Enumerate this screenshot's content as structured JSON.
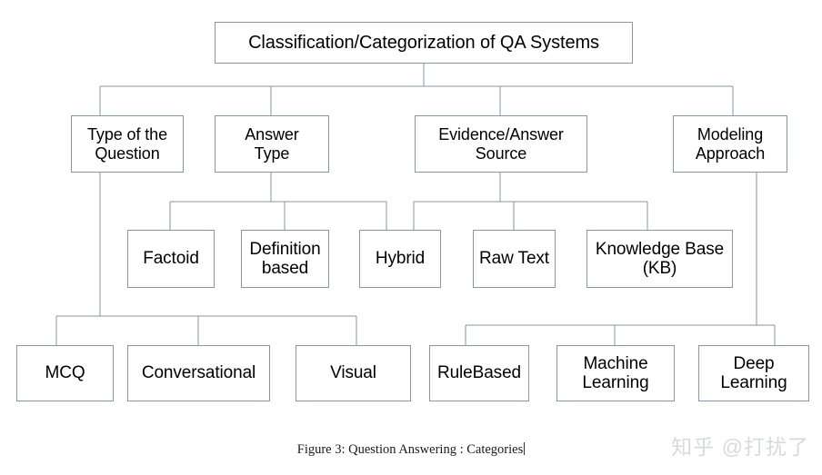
{
  "figure": {
    "caption": "Figure 3: Question Answering : Categories",
    "watermark": "知乎 @打扰了",
    "line_color": "#8596a8",
    "box_border_color": "#8596a8",
    "background_color": "#ffffff",
    "text_color": "#000000"
  },
  "diagram": {
    "type": "hierarchy-tree",
    "root": {
      "id": "root",
      "label": "Classification/Categorization of QA Systems"
    },
    "level2": [
      {
        "id": "type-of-question",
        "label": "Type of the\nQuestion"
      },
      {
        "id": "answer-type",
        "label": "Answer\nType"
      },
      {
        "id": "evidence-answer-source",
        "label": "Evidence/Answer\nSource"
      },
      {
        "id": "modeling-approach",
        "label": "Modeling\nApproach"
      }
    ],
    "level3": [
      {
        "id": "factoid",
        "label": "Factoid",
        "parent": "answer-type"
      },
      {
        "id": "definition-based",
        "label": "Definition\nbased",
        "parent": "answer-type"
      },
      {
        "id": "hybrid",
        "label": "Hybrid",
        "parent": "answer-type, evidence-answer-source"
      },
      {
        "id": "raw-text",
        "label": "Raw Text",
        "parent": "evidence-answer-source"
      },
      {
        "id": "knowledge-base",
        "label": "Knowledge Base\n(KB)",
        "parent": "evidence-answer-source"
      }
    ],
    "level4": [
      {
        "id": "mcq",
        "label": "MCQ",
        "parent": "type-of-question"
      },
      {
        "id": "conversational",
        "label": "Conversational",
        "parent": "type-of-question"
      },
      {
        "id": "visual",
        "label": "Visual",
        "parent": "type-of-question"
      },
      {
        "id": "rule-based",
        "label": "RuleBased",
        "parent": "modeling-approach"
      },
      {
        "id": "machine-learning",
        "label": "Machine\nLearning",
        "parent": "modeling-approach"
      },
      {
        "id": "deep-learning",
        "label": "Deep\nLearning",
        "parent": "modeling-approach"
      }
    ]
  }
}
